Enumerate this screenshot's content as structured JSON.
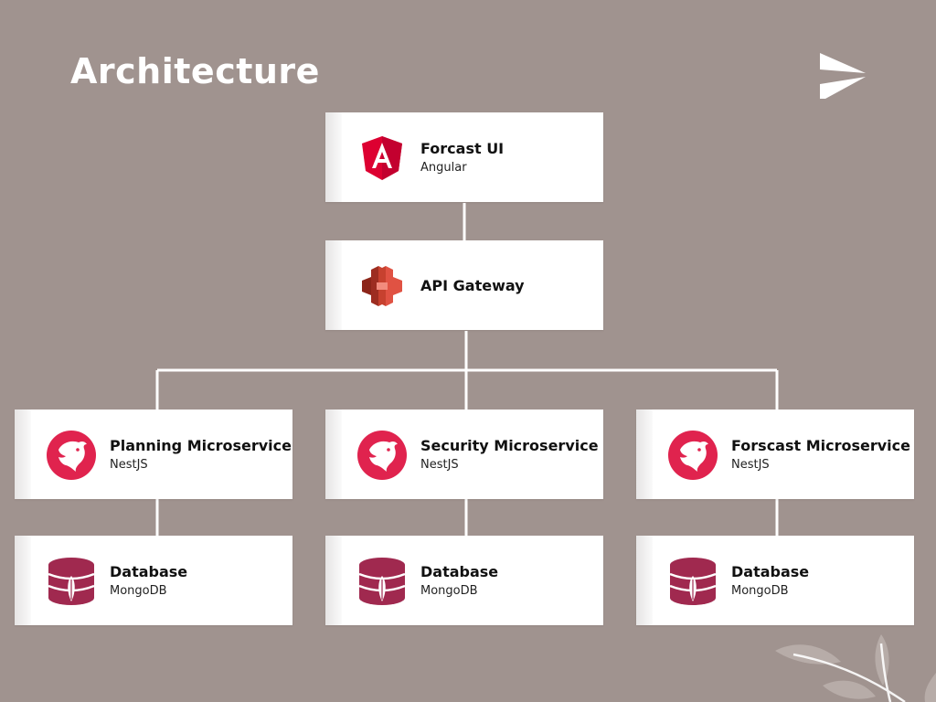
{
  "slide": {
    "title": "Architecture"
  },
  "colors": {
    "background": "#a0938f",
    "card": "#ffffff",
    "connector": "#ffffff",
    "angular_red": "#dd0031",
    "aws_red": "#c7412f",
    "nest_red": "#e0234e",
    "mongo_maroon": "#a0294f"
  },
  "nodes": {
    "ui": {
      "name": "Forcast UI",
      "sub": "Angular",
      "icon": "angular-icon"
    },
    "gateway": {
      "name": "API Gateway",
      "icon": "aws-api-gateway-icon"
    },
    "planning": {
      "name": "Planning Microservice",
      "sub": "NestJS",
      "icon": "nestjs-icon"
    },
    "security": {
      "name": "Security Microservice",
      "sub": "NestJS",
      "icon": "nestjs-icon"
    },
    "forecast": {
      "name": "Forscast Microservice",
      "sub": "NestJS",
      "icon": "nestjs-icon"
    },
    "db1": {
      "name": "Database",
      "sub": "MongoDB",
      "icon": "database-icon"
    },
    "db2": {
      "name": "Database",
      "sub": "MongoDB",
      "icon": "database-icon"
    },
    "db3": {
      "name": "Database",
      "sub": "MongoDB",
      "icon": "database-icon"
    }
  },
  "decor": {
    "logo": "brand-arrow-logo",
    "corner": "leaf-branch-decoration"
  }
}
